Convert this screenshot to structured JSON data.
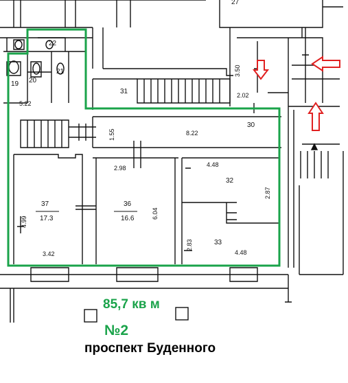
{
  "plan": {
    "rooms": [
      {
        "id": "r27",
        "number": "27"
      },
      {
        "id": "r22",
        "number": "22"
      },
      {
        "id": "r21",
        "number": "21"
      },
      {
        "id": "r19",
        "number": "19"
      },
      {
        "id": "r20",
        "number": "20"
      },
      {
        "id": "r31",
        "number": "31"
      },
      {
        "id": "r30",
        "number": "30"
      },
      {
        "id": "r37",
        "number": "37",
        "area": "17.3"
      },
      {
        "id": "r36",
        "number": "36",
        "area": "16.6"
      },
      {
        "id": "r32",
        "number": "32"
      },
      {
        "id": "r33",
        "number": "33"
      }
    ],
    "dimensions": [
      {
        "id": "d350",
        "value": "3.50"
      },
      {
        "id": "d202",
        "value": "2.02"
      },
      {
        "id": "d522",
        "value": "5.22"
      },
      {
        "id": "d155",
        "value": "1.55"
      },
      {
        "id": "d822",
        "value": "8.22"
      },
      {
        "id": "d298",
        "value": "2.98"
      },
      {
        "id": "d448a",
        "value": "4.48"
      },
      {
        "id": "d287",
        "value": "2.87"
      },
      {
        "id": "d499",
        "value": "4.99"
      },
      {
        "id": "d604",
        "value": "6.04"
      },
      {
        "id": "d342",
        "value": "3.42"
      },
      {
        "id": "d283",
        "value": "2.83"
      },
      {
        "id": "d448b",
        "value": "4.48"
      }
    ],
    "colors": {
      "highlight": "#1aa34a",
      "arrow": "#e02020",
      "lines": "#111111"
    }
  },
  "caption": {
    "area": "85,7 кв м",
    "number": "№2",
    "street": "проспект Буденного"
  }
}
